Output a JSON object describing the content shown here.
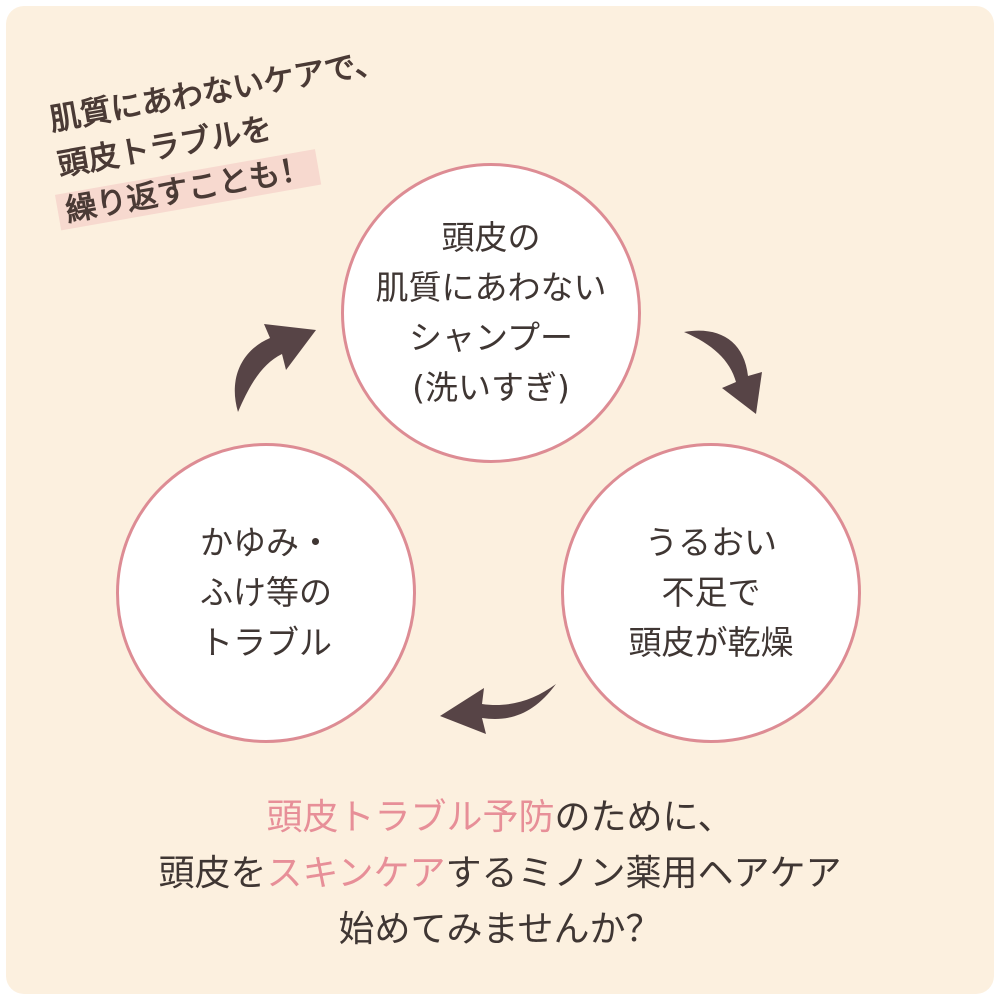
{
  "tagline": {
    "line1": "肌質にあわないケアで、",
    "line2": "頭皮トラブルを",
    "line3": "繰り返すことも！"
  },
  "cycle": [
    {
      "lines": [
        "頭皮の",
        "肌質にあわない",
        "シャンプー",
        "(洗いすぎ)"
      ]
    },
    {
      "lines": [
        "うるおい",
        "不足で",
        "頭皮が乾燥"
      ]
    },
    {
      "lines": [
        "かゆみ・",
        "ふけ等の",
        "トラブル"
      ]
    }
  ],
  "message": {
    "line1_highlight": "頭皮トラブル予防",
    "line1_rest": "のために、",
    "line2_start": "頭皮を",
    "line2_highlight": "スキンケア",
    "line2_rest": "するミノン薬用ヘアケア",
    "line3": "始めてみませんか？"
  },
  "colors": {
    "background": "#fcf0df",
    "circle_border": "#dd8c94",
    "highlight_text": "#e78f98",
    "highlight_band": "#f7d9cf",
    "arrow": "#574446",
    "text": "#3f3633"
  },
  "icons": [
    "curved-arrow-icon",
    "curved-arrow-icon",
    "curved-arrow-icon"
  ]
}
